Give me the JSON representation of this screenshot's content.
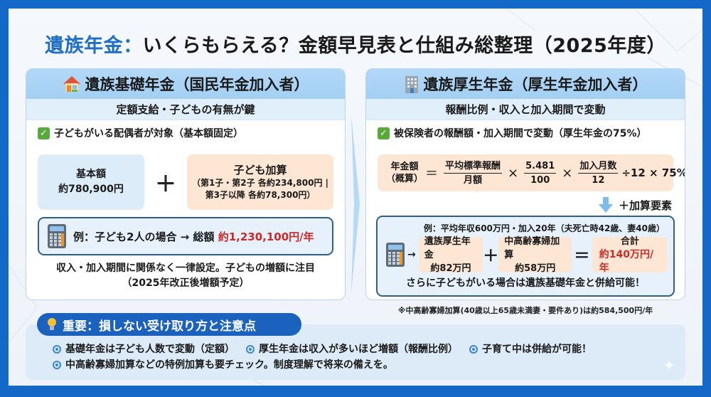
{
  "title": {
    "accent": "遺族年金：",
    "rest": "いくらもらえる？金額早見表と仕組み総整理（2025年度）"
  },
  "left_panel": {
    "icon": "house-icon",
    "heading": "遺族基礎年金（国民年金加入者）",
    "subheading": "定額支給・子どもの有無が鍵",
    "check_text": "子どもがいる配偶者が対象（基本額固定）",
    "base": {
      "label": "基本額",
      "amount": "約780,900円"
    },
    "plus": "＋",
    "child_add": {
      "label": "子ども加算",
      "line1": "（第1子・第2子 各約234,800円 |",
      "line2": "第3子以降 各約78,300円）"
    },
    "example": {
      "icon": "calculator-icon",
      "text": "例：子ども2人の場合 → 総額",
      "amount": "約1,230,100円/年"
    },
    "note_line1": "収入・加入期間に関係なく一律設定。子どもの増額に注目",
    "note_line2": "（2025年改正後増額予定）"
  },
  "right_panel": {
    "icon": "office-building-icon",
    "heading": "遺族厚生年金（厚生年金加入者）",
    "subheading": "報酬比例・収入と加入期間で変動",
    "check_text": "被保険者の報酬額・加入期間で変動（厚生年金の75%）",
    "formula": {
      "label1": "年金額",
      "label2": "（概算）",
      "eq": "＝",
      "f1_num": "平均標準報酬",
      "f1_den": "月額",
      "times": "×",
      "f2_num": "5.481",
      "f2_den": "100",
      "f3_num": "加入月数",
      "f3_den": "12",
      "tail": "÷12 × 75%"
    },
    "add_elements": "＋加算要素",
    "example": {
      "condition": "例：平均年収600万円・加入20年（夫死亡時42歳、妻40歳）",
      "arrow": "→",
      "item1_label": "遺族厚生年金",
      "item1_amount": "約82万円",
      "plus": "＋",
      "item2_label": "中高齢寡婦加算",
      "item2_amount": "約58万円",
      "equals": "＝",
      "total_label": "合計",
      "total_amount": "約140万円/年",
      "footer": "さらに子どもがいる場合は遺族基礎年金と併給可能！"
    },
    "footnote": "※中高齢寡婦加算(40歳以上65歳未満妻・要件あり)は約584,500円/年"
  },
  "important": {
    "heading": "重要：損しない受け取り方と注意点",
    "bullets_line1": [
      "基礎年金は子ども人数で変動（定額）",
      "厚生年金は収入が多いほど増額（報酬比例）",
      "子育て中は併給が可能！"
    ],
    "bullets_line2": [
      "中高齢寡婦加算などの特例加算も要チェック。制度理解で将来の備えを。"
    ]
  },
  "colors": {
    "frame_blue": "#1468c8",
    "accent_blue": "#1f6fc7",
    "panel_header": "#a3cff3",
    "peach": "#fde6d3",
    "light_blue_box": "#dcecf9",
    "highlight_red": "#cc2a28",
    "check_green": "#58a83a",
    "pill_blue": "#1a62bd"
  }
}
